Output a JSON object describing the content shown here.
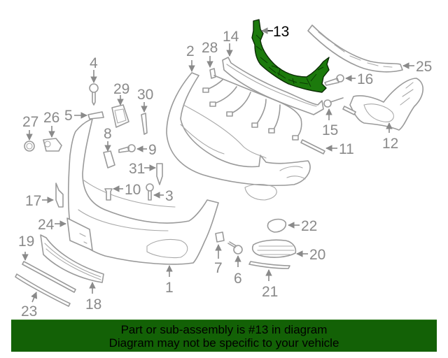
{
  "diagram": {
    "title": "Front bumper assembly exploded parts diagram",
    "highlighted_part": "13",
    "highlight_color": "#1c7a0c",
    "line_color": "#9a9a9a",
    "callouts": [
      {
        "id": "1",
        "label": "1"
      },
      {
        "id": "2",
        "label": "2"
      },
      {
        "id": "3",
        "label": "3"
      },
      {
        "id": "4",
        "label": "4"
      },
      {
        "id": "5",
        "label": "5"
      },
      {
        "id": "6",
        "label": "6"
      },
      {
        "id": "7",
        "label": "7"
      },
      {
        "id": "8",
        "label": "8"
      },
      {
        "id": "9",
        "label": "9"
      },
      {
        "id": "10",
        "label": "10"
      },
      {
        "id": "11",
        "label": "11"
      },
      {
        "id": "12",
        "label": "12"
      },
      {
        "id": "13",
        "label": "13"
      },
      {
        "id": "14",
        "label": "14"
      },
      {
        "id": "15",
        "label": "15"
      },
      {
        "id": "16",
        "label": "16"
      },
      {
        "id": "17",
        "label": "17"
      },
      {
        "id": "18",
        "label": "18"
      },
      {
        "id": "19",
        "label": "19"
      },
      {
        "id": "20",
        "label": "20"
      },
      {
        "id": "21",
        "label": "21"
      },
      {
        "id": "22",
        "label": "22"
      },
      {
        "id": "23",
        "label": "23"
      },
      {
        "id": "24",
        "label": "24"
      },
      {
        "id": "25",
        "label": "25"
      },
      {
        "id": "26",
        "label": "26"
      },
      {
        "id": "27",
        "label": "27"
      },
      {
        "id": "28",
        "label": "28"
      },
      {
        "id": "29",
        "label": "29"
      },
      {
        "id": "30",
        "label": "30"
      },
      {
        "id": "31",
        "label": "31"
      }
    ]
  },
  "banner": {
    "background_color": "#136106",
    "line1": "Part or sub-assembly is #13 in diagram",
    "line2": "Diagram may not be specific to your vehicle"
  }
}
